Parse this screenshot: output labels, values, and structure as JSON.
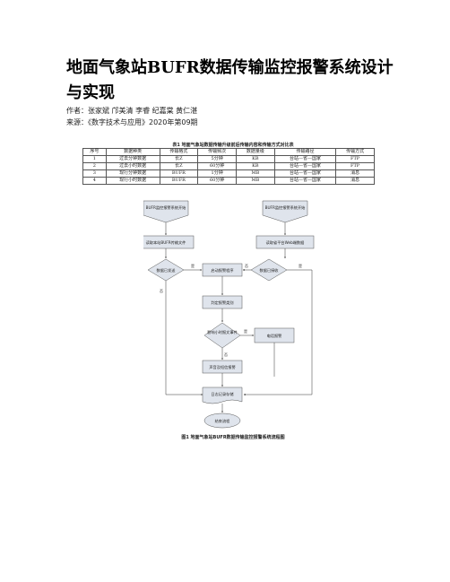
{
  "article": {
    "title": "地面气象站BUFR数据传输监控报警系统设计与实现",
    "authors": "作者：张家斌 邝美清 李睿 纪嘉棠 黄仁湛",
    "source": "来源：《数字技术与应用》2020年第09期"
  },
  "table": {
    "caption": "表1 地面气象站数据传输升级前后传输内容和传输方式对比表",
    "headers": [
      "序号",
      "数据种类",
      "传输格式",
      "传输频次",
      "数据量级",
      "传输路径",
      "传输方式"
    ],
    "rows": [
      [
        "1",
        "过去分钟数据",
        "长Z",
        "5分钟",
        "KB",
        "台站—省—国家",
        "FTP"
      ],
      [
        "2",
        "过去小时数据",
        "长Z",
        "60分钟",
        "KB",
        "台站—省—国家",
        "FTP"
      ],
      [
        "3",
        "现行分钟数据",
        "BUFR",
        "1分钟",
        "MB",
        "台站—省—国家",
        "消息"
      ],
      [
        "4",
        "现行小时数据",
        "BUFR",
        "60分钟",
        "MB",
        "台站—省—国家",
        "消息"
      ]
    ]
  },
  "flowchart": {
    "caption": "图1 地面气象站BUFR数据传输监控报警系统流程图",
    "nodes": {
      "start_left": "BUFR监控报警系统开始",
      "start_right": "BUFR监控报警系统开始",
      "read_files": "读取本站BUFR传输文件",
      "read_web": "读取省平台Web端数据",
      "check_left": "数据已发送",
      "check_right": "数据已接收",
      "start_alarm": "启动报警程序",
      "judge_type": "判定报警类别",
      "decision": "影响小时报文事件",
      "phone_alarm": "电话报警",
      "sound_alarm": "声音及短信报警",
      "log": "日志记录存储",
      "end": "结束流程"
    },
    "edge_labels": {
      "yes": "是",
      "no": "否"
    }
  }
}
